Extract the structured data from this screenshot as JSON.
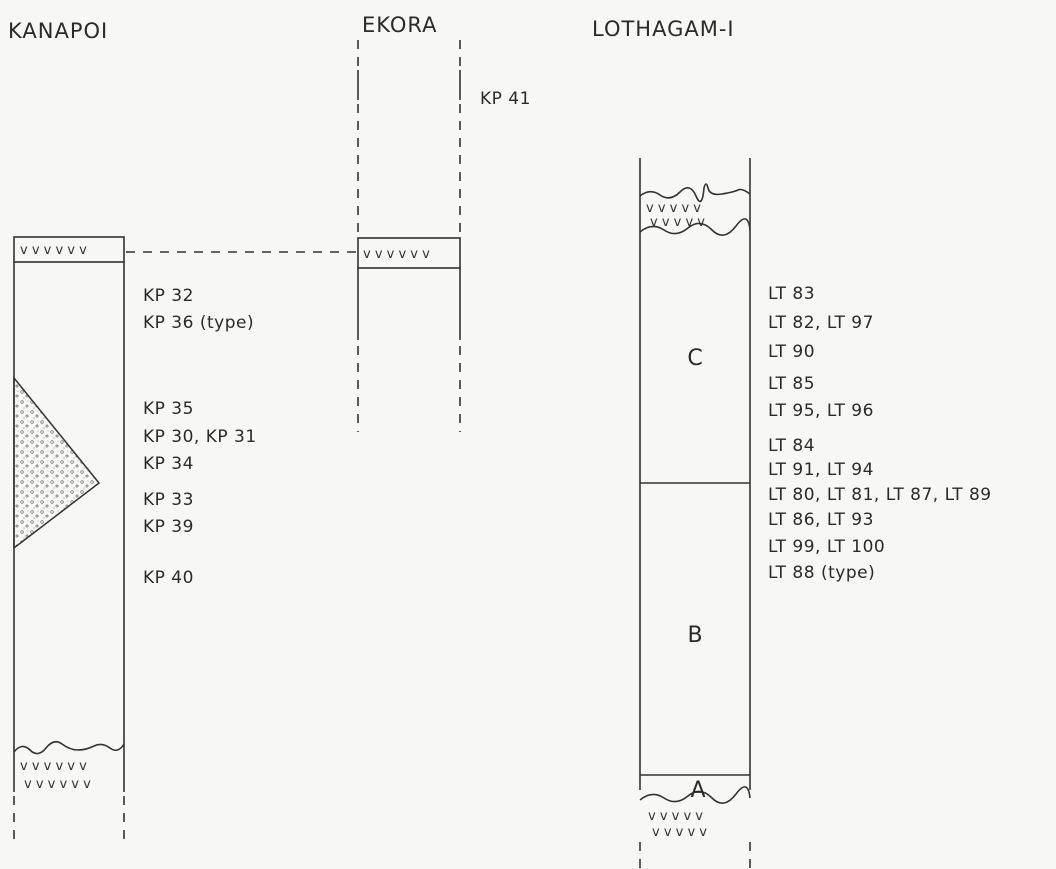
{
  "columns": {
    "kanapoi": {
      "title": "KANAPOI",
      "sites": [
        "KP 32",
        "KP 36 (type)",
        "KP 35",
        "KP 30, KP 31",
        "KP 34",
        "KP 33",
        "KP 39",
        "KP 40"
      ]
    },
    "ekora": {
      "title": "EKORA",
      "sites": [
        "KP 41"
      ]
    },
    "lothagam": {
      "title": "LOTHAGAM-I",
      "units": [
        "C",
        "B",
        "A"
      ],
      "sites": [
        "LT 83",
        "LT 82, LT 97",
        "LT 90",
        "LT 85",
        "LT 95, LT 96",
        "LT 84",
        "LT 91, LT 94",
        "LT 80, LT 81, LT 87, LT 89",
        "LT 86, LT 93",
        "LT 99, LT 100",
        "LT 88 (type)"
      ]
    }
  },
  "symbols": {
    "volcanic": "v v v v v v",
    "volcanic_short": "v v v v v"
  }
}
